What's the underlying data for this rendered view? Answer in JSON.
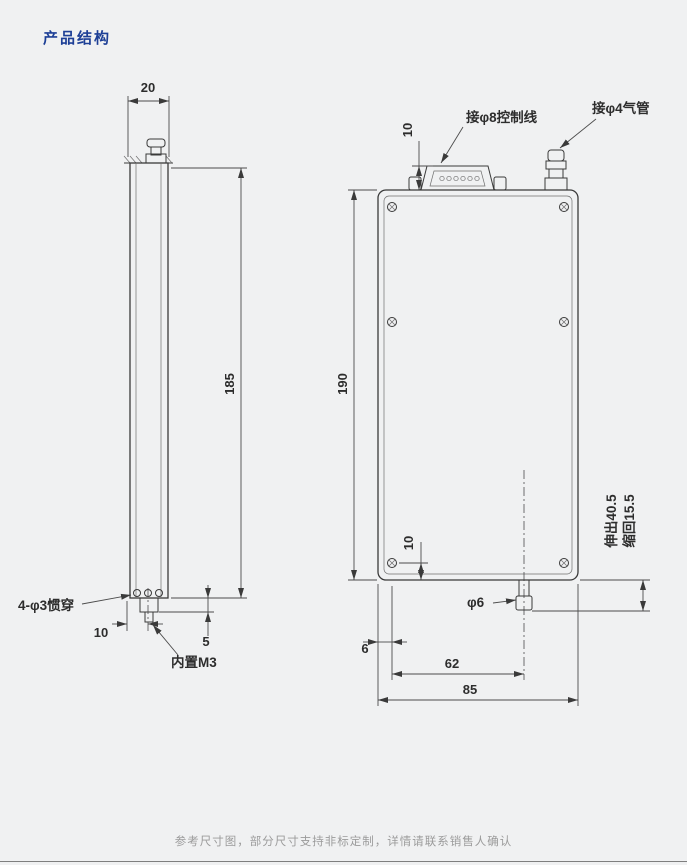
{
  "page": {
    "title": "产品结构",
    "footer": "参考尺寸图，部分尺寸支持非标定制，详情请联系销售人确认"
  },
  "colors": {
    "accent_blue": "#1d3f96",
    "line": "#3a3a3a",
    "background": "#f0f1f2",
    "footer_gray": "#9b9b9b"
  },
  "drawing": {
    "left_view": {
      "width_dim": "20",
      "height_dim": "185",
      "edge_dim": "10",
      "boss_dim": "5",
      "holes_label": "4-φ3惯穿",
      "insert_label": "内置M3"
    },
    "right_view": {
      "connector_offset_dim": "10",
      "height_dim": "190",
      "hole_offset_dim": "10",
      "control_line_label": "接φ8控制线",
      "air_tube_label": "接φ4气管",
      "pin_dia_label": "φ6",
      "edge_dim": "6",
      "pin_span_dim": "62",
      "width_dim": "85",
      "extend_label": "伸出40.5",
      "retract_label": "缩回15.5"
    }
  }
}
